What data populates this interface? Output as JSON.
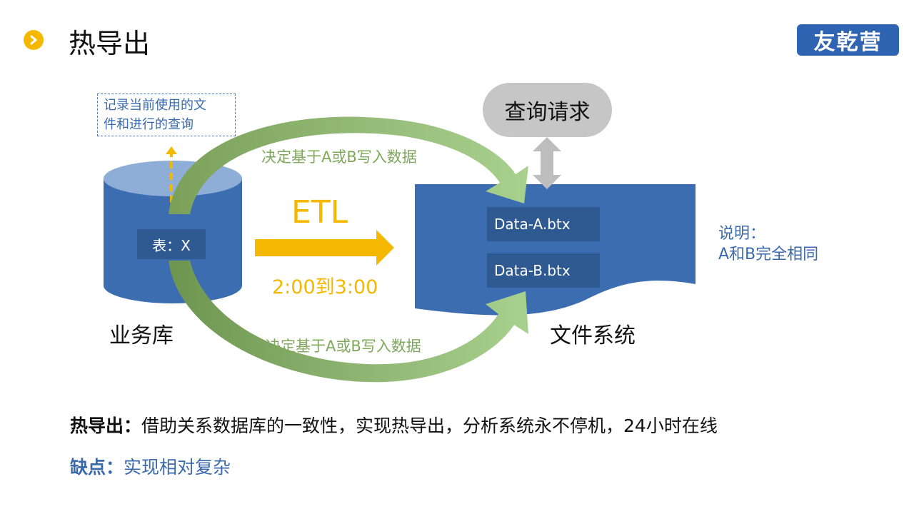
{
  "header": {
    "title": "热导出",
    "logo_text": "友乾营"
  },
  "note": {
    "line1": "记录当前使用的文",
    "line2": "件和进行的查询"
  },
  "database": {
    "table_label": "表：X",
    "name": "业务库"
  },
  "etl": {
    "label": "ETL",
    "time": "2:00到3:00"
  },
  "arcs": {
    "top_label": "决定基于A或B写入数据",
    "bottom_label": "决定基于A或B写入数据"
  },
  "query": {
    "label": "查询请求"
  },
  "filesystem": {
    "name": "文件系统",
    "files": [
      "Data-A.btx",
      "Data-B.btx"
    ]
  },
  "explanation": {
    "line1": "说明：",
    "line2": "A和B完全相同"
  },
  "summary": {
    "pros_key": "热导出：",
    "pros_text": "借助关系数据库的一致性，实现热导出，分析系统永不停机，24小时在线",
    "cons_key": "缺点：",
    "cons_text": "实现相对复杂"
  },
  "colors": {
    "accent_yellow": "#f5b800",
    "brand_blue": "#2f64b3",
    "db_blue": "#3c6db1",
    "arc_green": "#8fb86a",
    "cons_blue": "#3a6aab"
  },
  "icons": {
    "header_bullet": "chevron-right-icon",
    "database": "cylinder-database-icon",
    "etl_arrow": "right-arrow-icon",
    "query_arrow": "double-vertical-arrow-icon"
  }
}
